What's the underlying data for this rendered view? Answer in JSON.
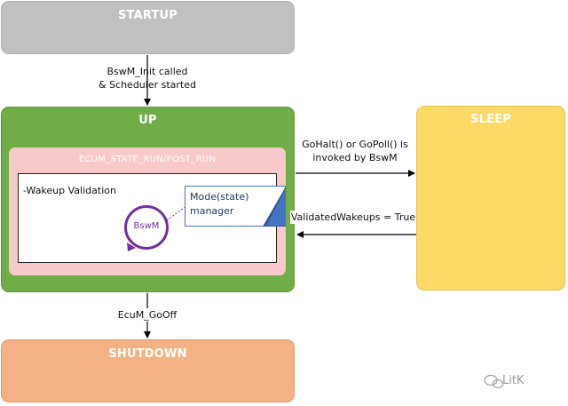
{
  "states": {
    "startup": "STARTUP",
    "up": "UP",
    "sleep": "SLEEP",
    "shutdown": "SHUTDOWN"
  },
  "ecum_state": "ECUM_STATE_RUN/POST_RUN",
  "wakeup_validation": "-Wakeup Validation",
  "bswm": "BswM",
  "mode_manager": [
    "Mode(state)",
    "manager"
  ],
  "transitions": {
    "init": [
      "BswM_Init called",
      "& Scheduler started"
    ],
    "to_sleep": [
      "GoHalt() or GoPoll() is",
      "invoked by BswM"
    ],
    "from_sleep": "ValidatedWakeups = True",
    "to_shutdown": "EcuM_GoOff"
  },
  "watermark": "LitK"
}
